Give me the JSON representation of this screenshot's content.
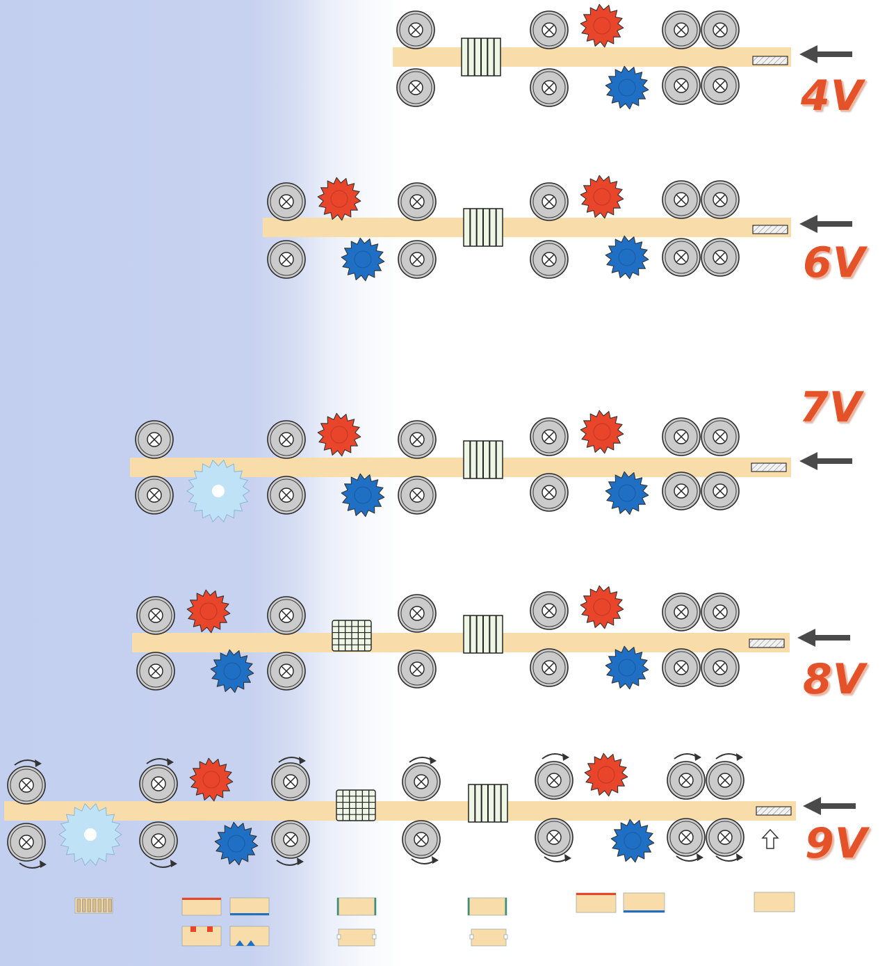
{
  "labels": {
    "v4": "4V",
    "v6": "6V",
    "v7": "7V",
    "v8": "8V",
    "v9": "9V"
  },
  "colors": {
    "board": "#f8dcaa",
    "roller_fill": "#cbcbcb",
    "top_cutter": "#e8452b",
    "bottom_cutter": "#1f6fc4",
    "saw": "#bfe2f7",
    "label": "#e4522a",
    "feed_arrow": "#4a4a4a"
  },
  "icons": [
    "feed-roller-icon",
    "top-cutter-icon",
    "bottom-cutter-icon",
    "vertical-cutter-icon",
    "profile-cutter-icon",
    "circular-saw-icon",
    "feed-direction-arrow-icon",
    "rotation-arrow-icon",
    "up-arrow-icon",
    "board-profile-icon"
  ]
}
